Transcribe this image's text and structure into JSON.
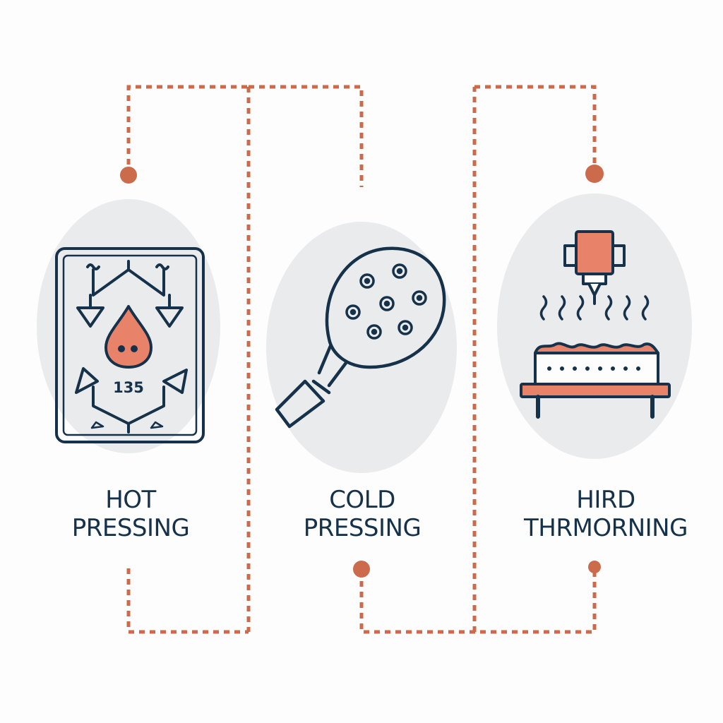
{
  "colors": {
    "navy": "#16314a",
    "accent": "#cc6a4c",
    "accent_fill": "#e8836a",
    "blob": "#e9ebec"
  },
  "steps": [
    {
      "line1": "HOT",
      "line2": "PRESSING",
      "icon": "hot-press-icon",
      "badge": "135"
    },
    {
      "line1": "COLD",
      "line2": "PRESSING",
      "icon": "paddle-press-icon"
    },
    {
      "line1": "HIRD",
      "line2": "THRMORNING",
      "icon": "thermoforming-icon"
    }
  ]
}
